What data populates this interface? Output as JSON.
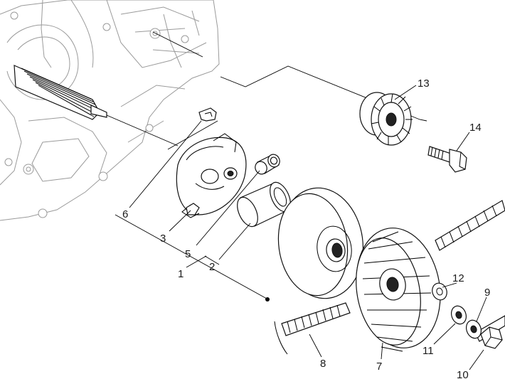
{
  "labels": {
    "l1": "1",
    "l2": "2",
    "l3": "3",
    "l5": "5",
    "l6": "6",
    "l7": "7",
    "l8": "8",
    "l9": "9",
    "l10": "10",
    "l11": "11",
    "l12": "12",
    "l13": "13",
    "l14": "14"
  }
}
